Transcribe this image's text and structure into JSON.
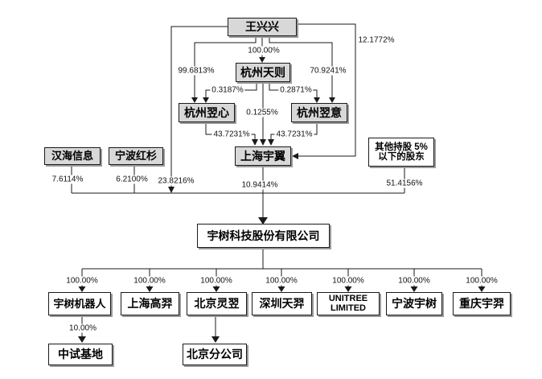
{
  "diagram_type": "equity-structure-chart",
  "nodes": {
    "wang_xingxing": "王兴兴",
    "hangzhou_tianze": "杭州天则",
    "hangzhou_yixin": "杭州翌心",
    "hangzhou_yiyi": "杭州翌意",
    "shanghai_yuyi": "上海宇翼",
    "hanhai_xinxi": "汉海信息",
    "ningbo_hongshan": "宁波红杉",
    "other_holders_line1": "其他持股 5%",
    "other_holders_line2": "以下的股东",
    "company": "宇树科技股份有限公司",
    "zhongshi_jidi": "中试基地",
    "beijing_branch": "北京分公司"
  },
  "subsidiaries": [
    {
      "label": "宇树机器人",
      "pct": "100.00%"
    },
    {
      "label": "上海高羿",
      "pct": "100.00%"
    },
    {
      "label": "北京灵翌",
      "pct": "100.00%"
    },
    {
      "label": "深圳天羿",
      "pct": "100.00%"
    },
    {
      "label": "UNITREE LIMITED",
      "pct": "100.00%"
    },
    {
      "label": "宁波宇树",
      "pct": "100.00%"
    },
    {
      "label": "重庆宇羿",
      "pct": "100.00%"
    }
  ],
  "ownership_labels": {
    "wang_to_tianze": "100.00%",
    "wang_to_shanghai_yuyi": "12.1772%",
    "wang_to_yixin": "99.6813%",
    "wang_to_yiyi": "70.9241%",
    "tianze_to_yixin": "0.3187%",
    "tianze_to_yiyi": "0.2871%",
    "tianze_to_shanghai_yuyi": "0.1255%",
    "yixin_to_shanghai_yuyi": "43.7231%",
    "yiyi_to_shanghai_yuyi": "43.7231%",
    "hanhai_to_company": "7.6114%",
    "hongshan_to_company": "6.2100%",
    "wang_to_company": "23.8216%",
    "shanghai_yuyi_to_company": "10.9414%",
    "other_to_company": "51.4156%",
    "robot_to_zhongshi": "10.00%"
  },
  "colors": {
    "shareholder_box_fill": "#d8d8d8",
    "subsidiary_box_fill": "#ffffff",
    "box_border": "#1a1a1a",
    "connector_line": "#1a1a1a",
    "box_shadow": "#9a9a9a",
    "background": "#ffffff"
  }
}
